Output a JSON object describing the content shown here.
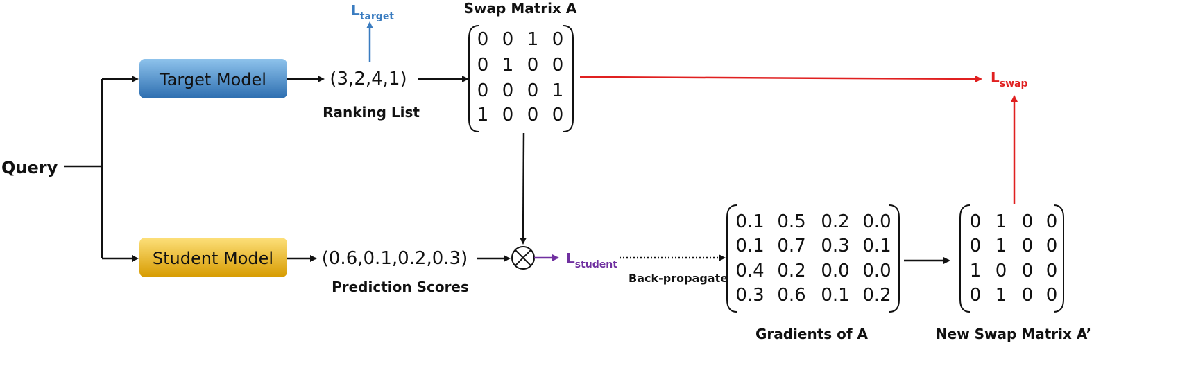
{
  "query_label": "Query",
  "target_model": {
    "label": "Target Model",
    "color_top": "#8ec3ec",
    "color_bottom": "#2d6eb0"
  },
  "student_model": {
    "label": "Student Model",
    "color_top": "#fde07a",
    "color_bottom": "#d79b00"
  },
  "ranking": {
    "value": "(3,2,4,1)",
    "caption": "Ranking List"
  },
  "prediction": {
    "value": "(0.6,0.1,0.2,0.3)",
    "caption": "Prediction Scores"
  },
  "loss_target": {
    "main": "L",
    "sub": "target",
    "color": "#3a7cc0"
  },
  "loss_swap": {
    "main": "L",
    "sub": "swap",
    "color": "#e02020"
  },
  "loss_student": {
    "main": "L",
    "sub": "student",
    "color": "#7030a0"
  },
  "backprop_label": "Back-propagate",
  "swap_matrix": {
    "title": "Swap Matrix A",
    "rows": [
      [
        "0",
        "0",
        "1",
        "0"
      ],
      [
        "0",
        "1",
        "0",
        "0"
      ],
      [
        "0",
        "0",
        "0",
        "1"
      ],
      [
        "1",
        "0",
        "0",
        "0"
      ]
    ]
  },
  "gradients": {
    "title": "Gradients of A",
    "rows": [
      [
        "0.1",
        "0.5",
        "0.2",
        "0.0"
      ],
      [
        "0.1",
        "0.7",
        "0.3",
        "0.1"
      ],
      [
        "0.4",
        "0.2",
        "0.0",
        "0.0"
      ],
      [
        "0.3",
        "0.6",
        "0.1",
        "0.2"
      ]
    ]
  },
  "new_swap": {
    "title": "New Swap Matrix A’",
    "rows": [
      [
        "0",
        "1",
        "0",
        "0"
      ],
      [
        "0",
        "1",
        "0",
        "0"
      ],
      [
        "1",
        "0",
        "0",
        "0"
      ],
      [
        "0",
        "1",
        "0",
        "0"
      ]
    ]
  }
}
